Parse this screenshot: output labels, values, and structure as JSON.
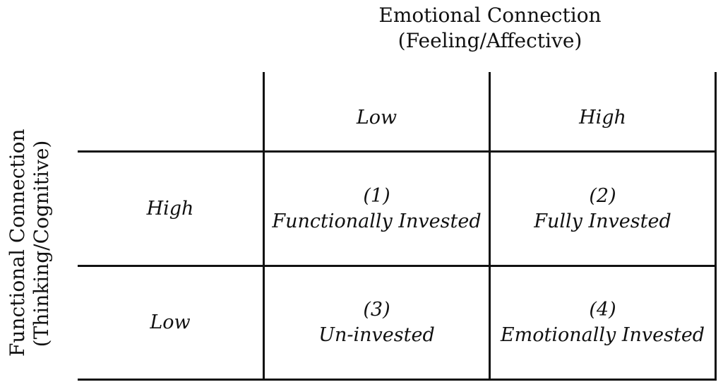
{
  "column_axis": {
    "title_line1": "Emotional Connection",
    "title_line2": "(Feeling/Affective)",
    "levels": [
      "Low",
      "High"
    ]
  },
  "row_axis": {
    "title_line1": "Functional Connection",
    "title_line2": "(Thinking/Cognitive)",
    "levels": [
      "High",
      "Low"
    ]
  },
  "quadrants": [
    {
      "number": "(1)",
      "label": "Functionally Invested"
    },
    {
      "number": "(2)",
      "label": "Fully Invested"
    },
    {
      "number": "(3)",
      "label": "Un-invested"
    },
    {
      "number": "(4)",
      "label": "Emotionally Invested"
    }
  ]
}
